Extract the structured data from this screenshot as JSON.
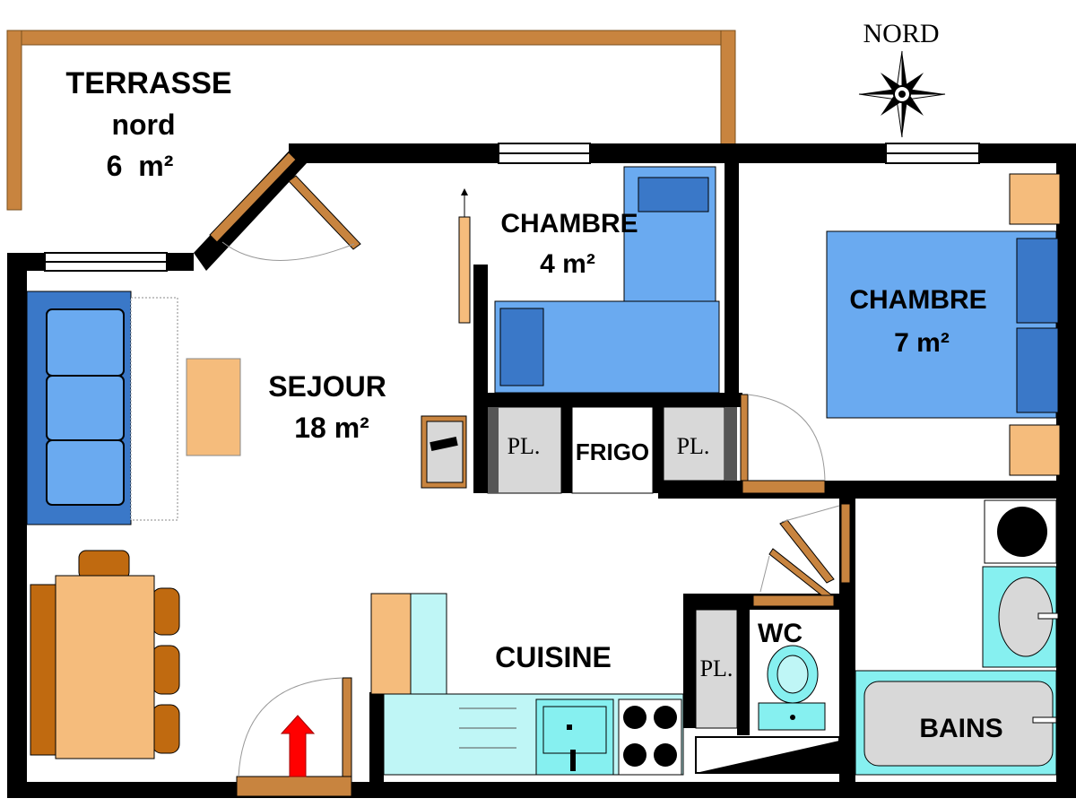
{
  "compass": {
    "label": "NORD"
  },
  "rooms": {
    "terrasse": {
      "name": "TERRASSE",
      "sub": "nord",
      "area": "6  m²"
    },
    "chambre_small": {
      "name": "CHAMBRE",
      "area": "4 m²"
    },
    "chambre_large": {
      "name": "CHAMBRE",
      "area": "7 m²"
    },
    "sejour": {
      "name": "SEJOUR",
      "area": "18 m²"
    },
    "cuisine": {
      "name": "CUISINE"
    },
    "wc": {
      "name": "WC"
    },
    "bains": {
      "name": "BAINS"
    }
  },
  "storage": {
    "placard": "PL.",
    "frigo": "FRIGO"
  },
  "colors": {
    "wall": "#000000",
    "terrace_rail": "#c8843f",
    "wood": "#c8843f",
    "furniture_blue": "#6aaaf0",
    "cushion_blue": "#3a78c8",
    "sofa_blue": "#3a78c8",
    "tan": "#f5bc7c",
    "appliance_cyan": "#86f0f0",
    "grey": "#d8d8d8",
    "entry_arrow": "#ff0000"
  }
}
